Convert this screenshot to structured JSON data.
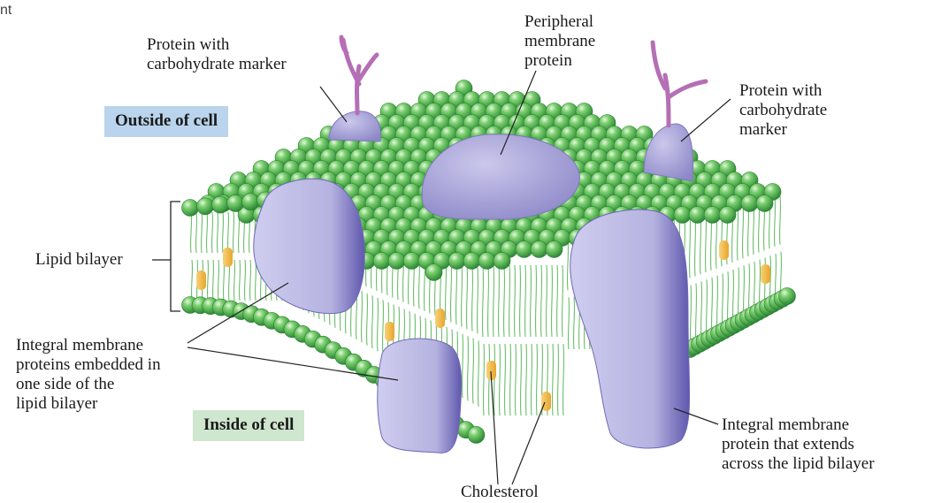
{
  "corner_fragment": "nt",
  "labels": {
    "protein_carb_left": "Protein with\ncarbohydrate marker",
    "peripheral": "Peripheral\nmembrane\nprotein",
    "protein_carb_right": "Protein with\ncarbohydrate\nmarker",
    "outside": "Outside of cell",
    "lipid_bilayer": "Lipid bilayer",
    "integral_one_side": "Integral membrane\nproteins embedded in\none side of the\nlipid bilayer",
    "inside": "Inside of cell",
    "integral_across": "Integral membrane\nprotein that extends\nacross the lipid bilayer",
    "cholesterol": "Cholesterol"
  },
  "colors": {
    "lipid_head": "#3aa84a",
    "lipid_tail": "#5cb85c",
    "protein": "#a9a6d8",
    "protein_dark": "#6f68b8",
    "carbohydrate": "#b56fb5",
    "cholesterol": "#f2b437",
    "outside_box": "#b9d4ec",
    "inside_box": "#cfe6cf"
  }
}
